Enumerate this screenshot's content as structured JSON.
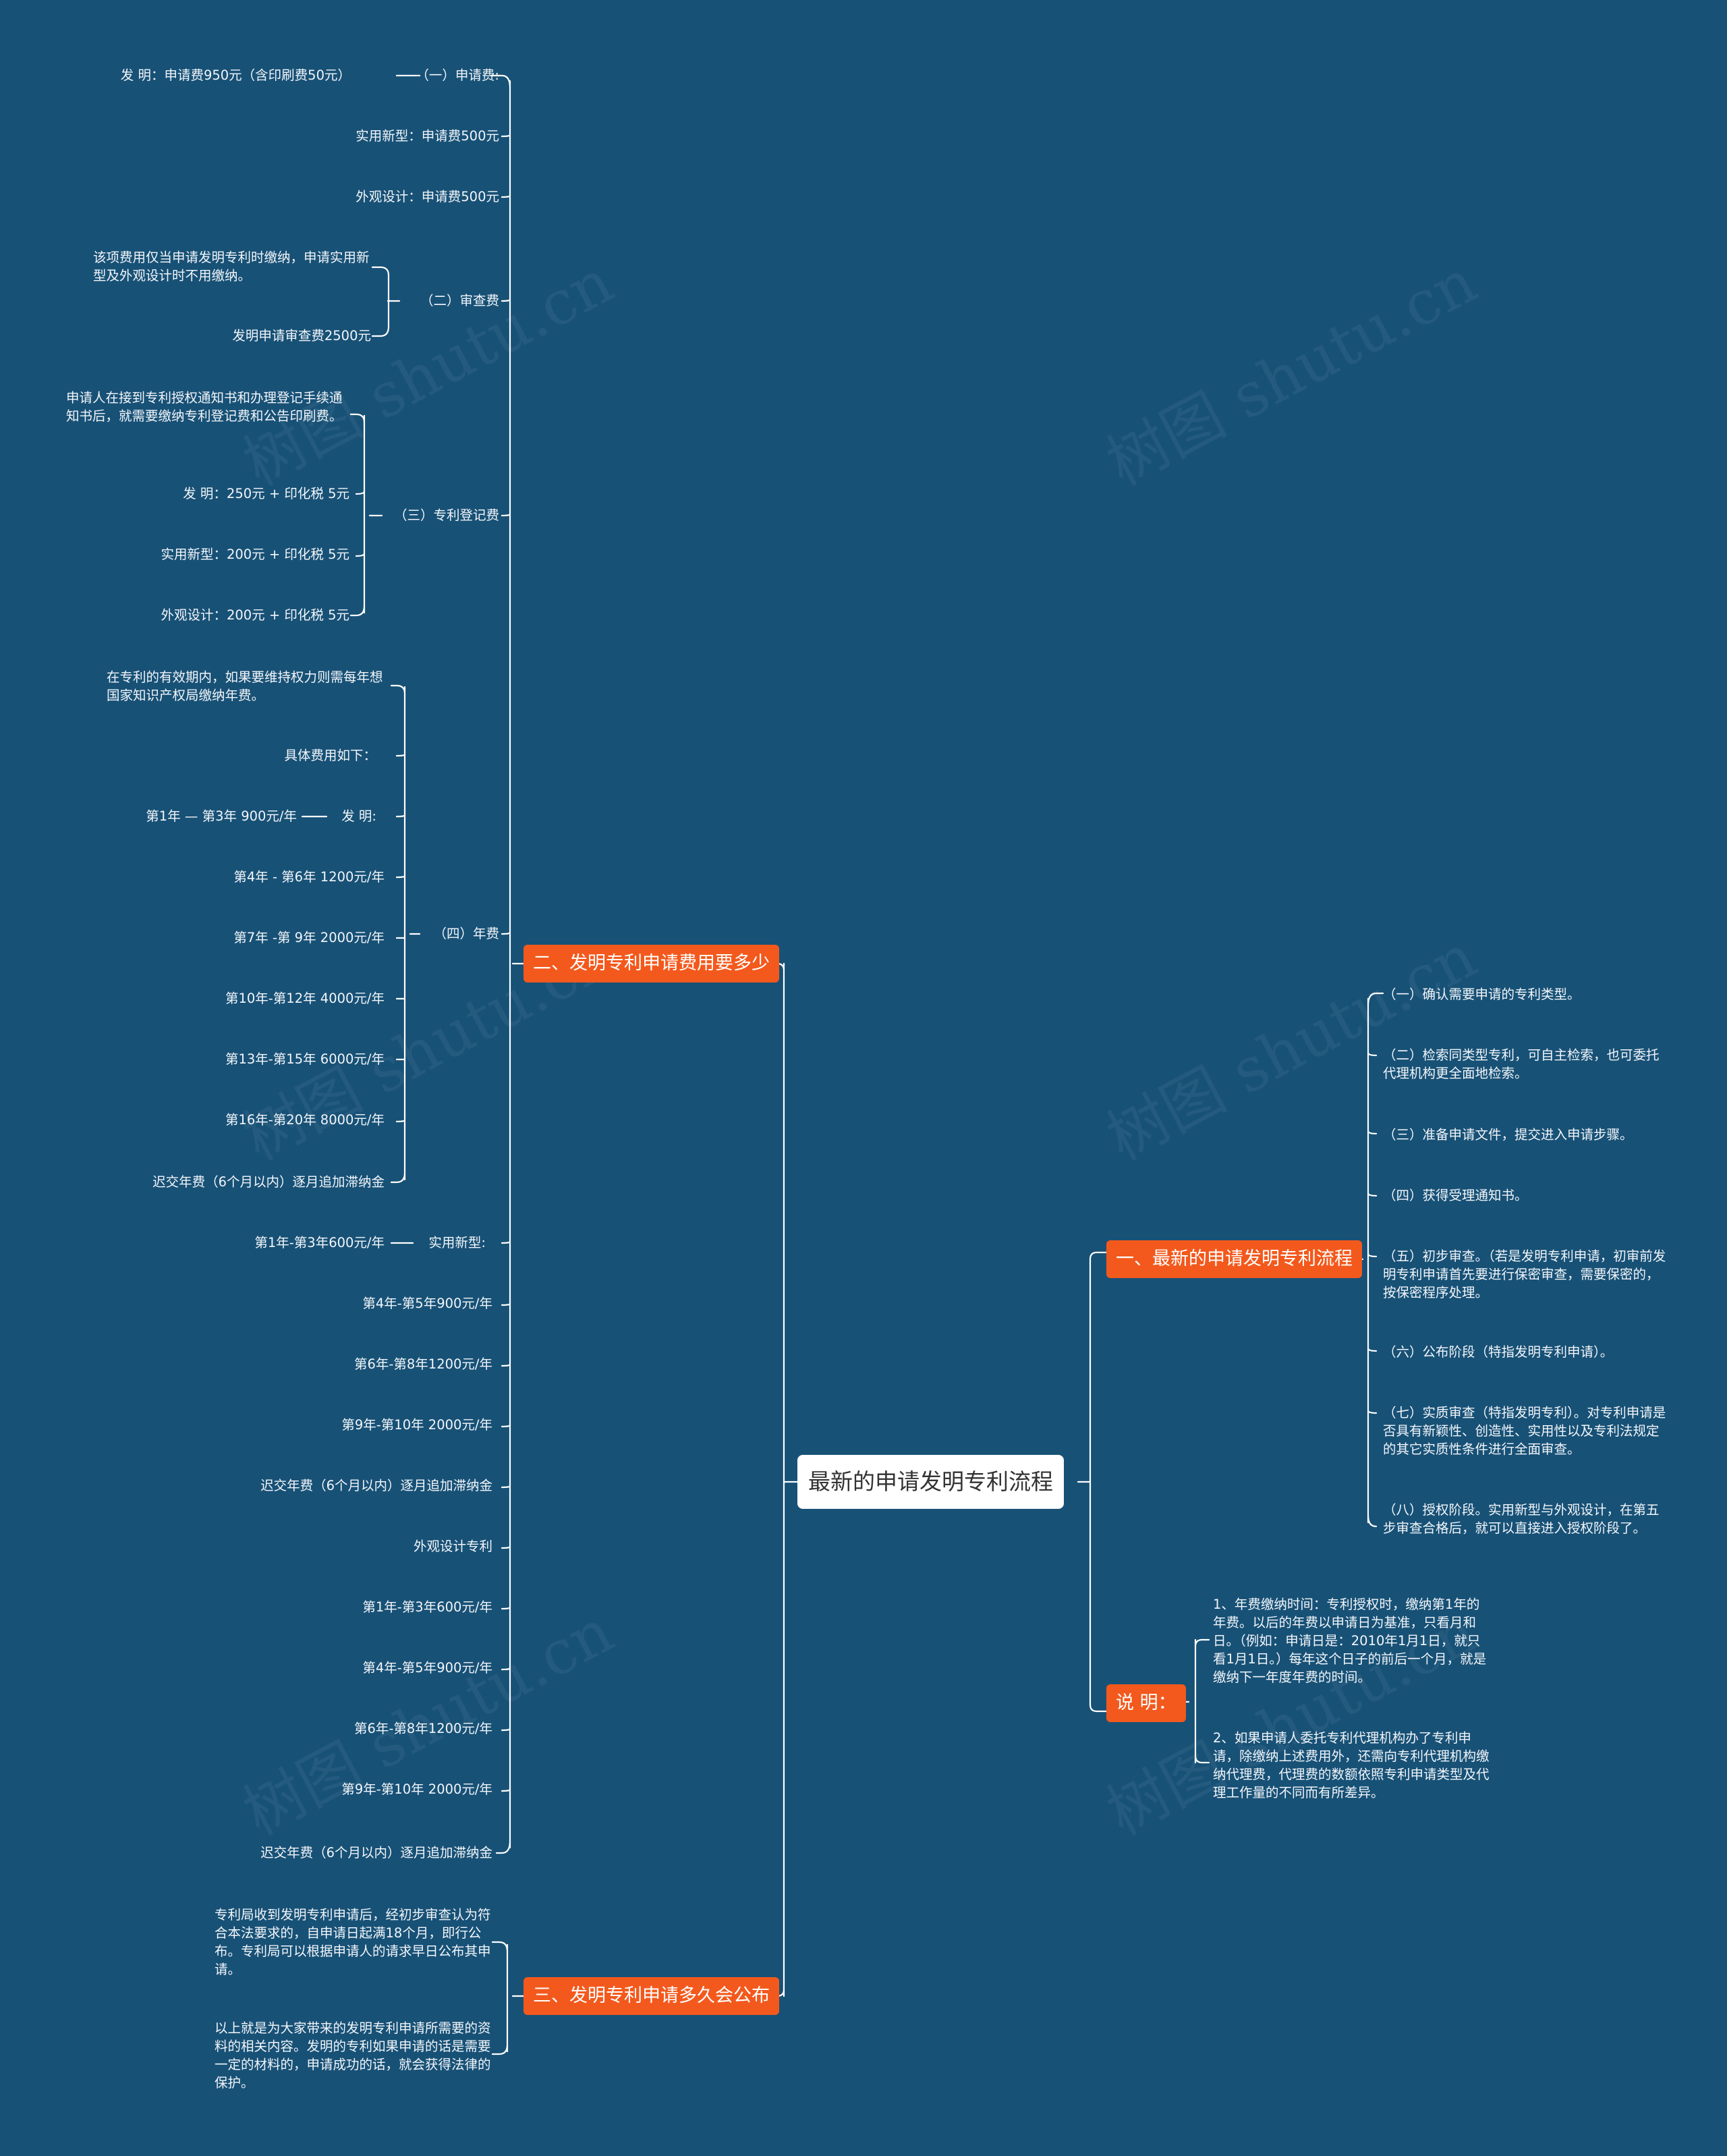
{
  "root": "最新的申请发明专利流程",
  "watermark": "树图 shutu.cn",
  "branches": {
    "b1": "一、最新的申请发明专利流程",
    "b2": "说 明：",
    "b3": "二、发明专利申请费用要多少",
    "b4": "三、发明专利申请多久会公布"
  },
  "flow_steps": [
    "（一）确认需要申请的专利类型。",
    "（二）检索同类型专利，可自主检索，也可委托代理机构更全面地检索。",
    "（三）准备申请文件，提交进入申请步骤。",
    "（四）获得受理通知书。",
    "（五）初步审查。（若是发明专利申请，初审前发明专利申请首先要进行保密审查，需要保密的，按保密程序处理。",
    "（六）公布阶段（特指发明专利申请）。",
    "（七）实质审查（特指发明专利）。对专利申请是否具有新颖性、创造性、实用性以及专利法规定的其它实质性条件进行全面审查。",
    "（八）授权阶段。实用新型与外观设计，在第五步审查合格后，就可以直接进入授权阶段了。"
  ],
  "notes": [
    "1、年费缴纳时间：专利授权时，缴纳第1年的年费。以后的年费以申请日为基准，只看月和日。（例如：申请日是：2010年1月1日，就只看1月1日。）每年这个日子的前后一个月，就是缴纳下一年度年费的时间。",
    "2、如果申请人委托专利代理机构办了专利申请，除缴纳上述费用外，还需向专利代理机构缴纳代理费，代理费的数额依照专利申请类型及代理工作量的不同而有所差异。"
  ],
  "fees": {
    "apply_label": "（一）申请费:",
    "apply_invention": "发 明：申请费950元（含印刷费50元）",
    "apply_utility": "实用新型：申请费500元",
    "apply_design": "外观设计：申请费500元",
    "exam_label": "（二）审查费",
    "exam_note": "该项费用仅当申请发明专利时缴纳，申请实用新型及外观设计时不用缴纳。",
    "exam_fee": "发明申请审查费2500元",
    "reg_label": "（三）专利登记费",
    "reg_note": "申请人在接到专利授权通知书和办理登记手续通知书后，就需要缴纳专利登记费和公告印刷费。",
    "reg_invention": "发 明：250元 + 印化税 5元",
    "reg_utility": "实用新型：200元 + 印化税 5元",
    "reg_design": "外观设计：200元 + 印化税 5元",
    "annual_label": "（四）年费",
    "annual_note": "在专利的有效期内，如果要维持权力则需每年想国家知识产权局缴纳年费。",
    "annual_detail": "具体费用如下：",
    "annual_inv_label": "发 明:",
    "annual_inv_1": "第1年 — 第3年 900元/年",
    "annual_inv_2": "第4年 - 第6年 1200元/年",
    "annual_inv_3": "第7年 -第 9年 2000元/年",
    "annual_inv_4": "第10年-第12年 4000元/年",
    "annual_inv_5": "第13年-第15年 6000元/年",
    "annual_inv_6": "第16年-第20年 8000元/年",
    "annual_inv_late": "迟交年费（6个月以内）逐月追加滞纳金",
    "utility_label": "实用新型:",
    "utility_1": "第1年-第3年600元/年",
    "utility_2": "第4年-第5年900元/年",
    "utility_3": "第6年-第8年1200元/年",
    "utility_4": "第9年-第10年 2000元/年",
    "utility_late": "迟交年费（6个月以内）逐月追加滞纳金",
    "design_label": "外观设计专利",
    "design_1": "第1年-第3年600元/年",
    "design_2": "第4年-第5年900元/年",
    "design_3": "第6年-第8年1200元/年",
    "design_4": "第9年-第10年 2000元/年",
    "design_late": "迟交年费（6个月以内）逐月追加滞纳金"
  },
  "publish": [
    "专利局收到发明专利申请后，经初步审查认为符合本法要求的，自申请日起满18个月，即行公布。专利局可以根据申请人的请求早日公布其申请。",
    "以上就是为大家带来的发明专利申请所需要的资料的相关内容。发明的专利如果申请的话是需要一定的材料的，申请成功的话，就会获得法律的保护。"
  ]
}
